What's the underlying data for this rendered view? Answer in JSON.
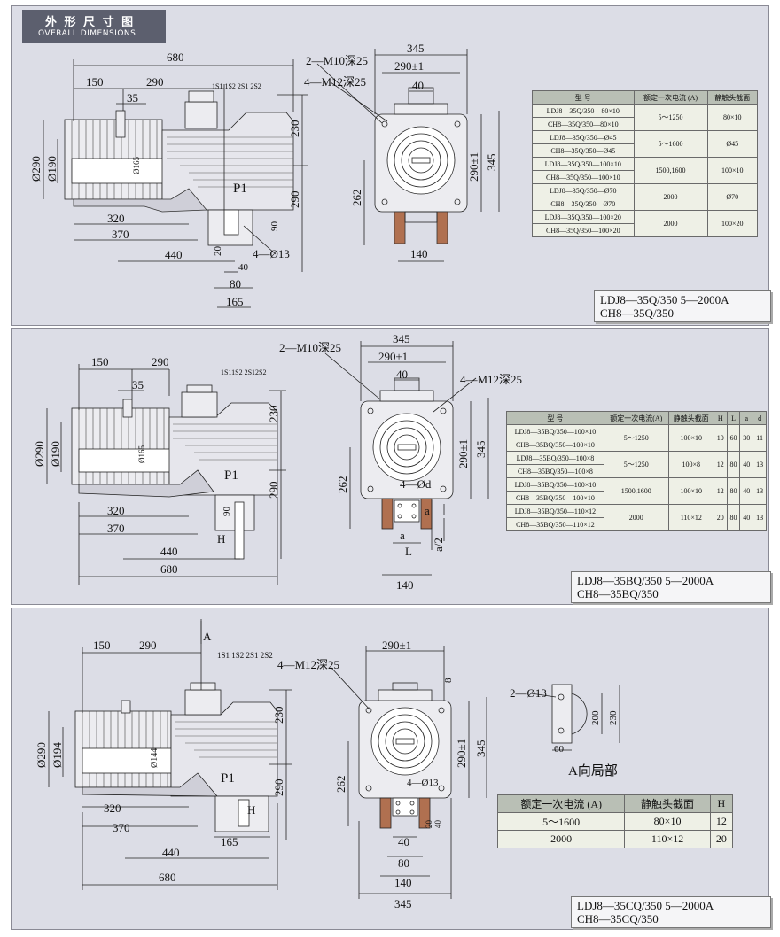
{
  "header": {
    "title_cn": "外 形 尺 寸 图",
    "title_en": "OVERALL DIMENSIONS"
  },
  "panel1": {
    "dims": {
      "d680": "680",
      "d150": "150",
      "d290": "290",
      "d35": "35",
      "d230": "230",
      "d290v": "290",
      "phi290": "Ø290",
      "phi190": "Ø190",
      "phi165": "Ø165",
      "d320": "320",
      "d370": "370",
      "d440": "440",
      "d90": "90",
      "d20": "20",
      "d40": "40",
      "d80": "80",
      "d165": "165",
      "hole": "4—Ø13",
      "p1": "P1",
      "terminals": "1S1 1S2 2S1 2S2",
      "f345": "345",
      "f290pm": "290±1",
      "f40": "40",
      "m10": "2—M10深25",
      "m12": "4—M12深25",
      "f290v": "290±1",
      "f345v": "345",
      "f262": "262",
      "f140": "140"
    },
    "table": {
      "headers": [
        "型    号",
        "额定一次电流 (A)",
        "静触头截面"
      ],
      "rows": [
        {
          "models": [
            "LDJ8—35Q/350—80×10",
            "CH8—35Q/350—80×10"
          ],
          "current": "5～1250",
          "section": "80×10"
        },
        {
          "models": [
            "LDJ8—35Q/350—Ø45",
            "CH8—35Q/350—Ø45"
          ],
          "current": "5～1600",
          "section": "Ø45"
        },
        {
          "models": [
            "LDJ8—35Q/350—100×10",
            "CH8—35Q/350—100×10"
          ],
          "current": "1500,1600",
          "section": "100×10"
        },
        {
          "models": [
            "LDJ8—35Q/350—Ø70",
            "CH8—35Q/350—Ø70"
          ],
          "current": "2000",
          "section": "Ø70"
        },
        {
          "models": [
            "LDJ8—35Q/350—100×20",
            "CH8—35Q/350—100×20"
          ],
          "current": "2000",
          "section": "100×20"
        }
      ]
    },
    "model": {
      "line1": "LDJ8—35Q/350    5—2000A",
      "line2": "CH8—35Q/350"
    }
  },
  "panel2": {
    "dims": {
      "d150": "150",
      "d290": "290",
      "d35": "35",
      "d230": "230",
      "d290v": "290",
      "phi290": "Ø290",
      "phi190": "Ø190",
      "phi165": "Ø165",
      "d320": "320",
      "d370": "370",
      "d440": "440",
      "d680": "680",
      "d90": "90",
      "h": "H",
      "p1": "P1",
      "terminals": "1S11S2 2S12S2",
      "f345": "345",
      "f290pm": "290±1",
      "f40": "40",
      "m10": "2—M10深25",
      "m12": "4—M12深25",
      "f290v": "290±1",
      "f345v": "345",
      "f262": "262",
      "f140": "140",
      "hole": "4—Ød",
      "a": "a",
      "a2": "a/2",
      "l": "L"
    },
    "table": {
      "headers": [
        "型    号",
        "额定一次电流(A)",
        "静触头截面",
        "H",
        "L",
        "a",
        "d"
      ],
      "rows": [
        {
          "models": [
            "LDJ8—35BQ/350—100×10",
            "CH8—35BQ/350—100×10"
          ],
          "current": "5～1250",
          "section": "100×10",
          "h": "10",
          "l": "60",
          "a": "30",
          "d": "11"
        },
        {
          "models": [
            "LDJ8—35BQ/350—100×8",
            "CH8—35BQ/350—100×8"
          ],
          "current": "5～1250",
          "section": "100×8",
          "h": "12",
          "l": "80",
          "a": "40",
          "d": "13"
        },
        {
          "models": [
            "LDJ8—35BQ/350—100×10",
            "CH8—35BQ/350—100×10"
          ],
          "current": "1500,1600",
          "section": "100×10",
          "h": "12",
          "l": "80",
          "a": "40",
          "d": "13"
        },
        {
          "models": [
            "LDJ8—35BQ/350—110×12",
            "CH8—35BQ/350—110×12"
          ],
          "current": "2000",
          "section": "110×12",
          "h": "20",
          "l": "80",
          "a": "40",
          "d": "13"
        }
      ]
    },
    "model": {
      "line1": "LDJ8—35BQ/350    5—2000A",
      "line2": "CH8—35BQ/350"
    }
  },
  "panel3": {
    "dims": {
      "d150": "150",
      "d290": "290",
      "a": "A",
      "d230": "230",
      "d290v": "290",
      "phi290": "Ø290",
      "phi194": "Ø194",
      "phi144": "Ø144",
      "d320": "320",
      "d370": "370",
      "d165": "165",
      "d440": "440",
      "d680": "680",
      "h": "H",
      "p1": "P1",
      "terminals": "1S1  1S2   2S1   2S2",
      "f290pm": "290±1",
      "m12": "4—M12深25",
      "f8": "8",
      "f290v": "290±1",
      "f345v": "345",
      "f262": "262",
      "hole": "4—Ø13",
      "f20": "20",
      "f40s": "40",
      "f40": "40",
      "f80": "80",
      "f140": "140",
      "f345": "345",
      "av_hole": "2—Ø13",
      "av200": "200",
      "av230": "230",
      "av60": "60"
    },
    "av_title": "A向局部",
    "table": {
      "headers": [
        "额定一次电流 (A)",
        "静触头截面",
        "H"
      ],
      "rows": [
        {
          "current": "5～1600",
          "section": "80×10",
          "h": "12"
        },
        {
          "current": "2000",
          "section": "110×12",
          "h": "20"
        }
      ]
    },
    "model": {
      "line1": "LDJ8—35CQ/350    5—2000A",
      "line2": "CH8—35CQ/350"
    }
  }
}
